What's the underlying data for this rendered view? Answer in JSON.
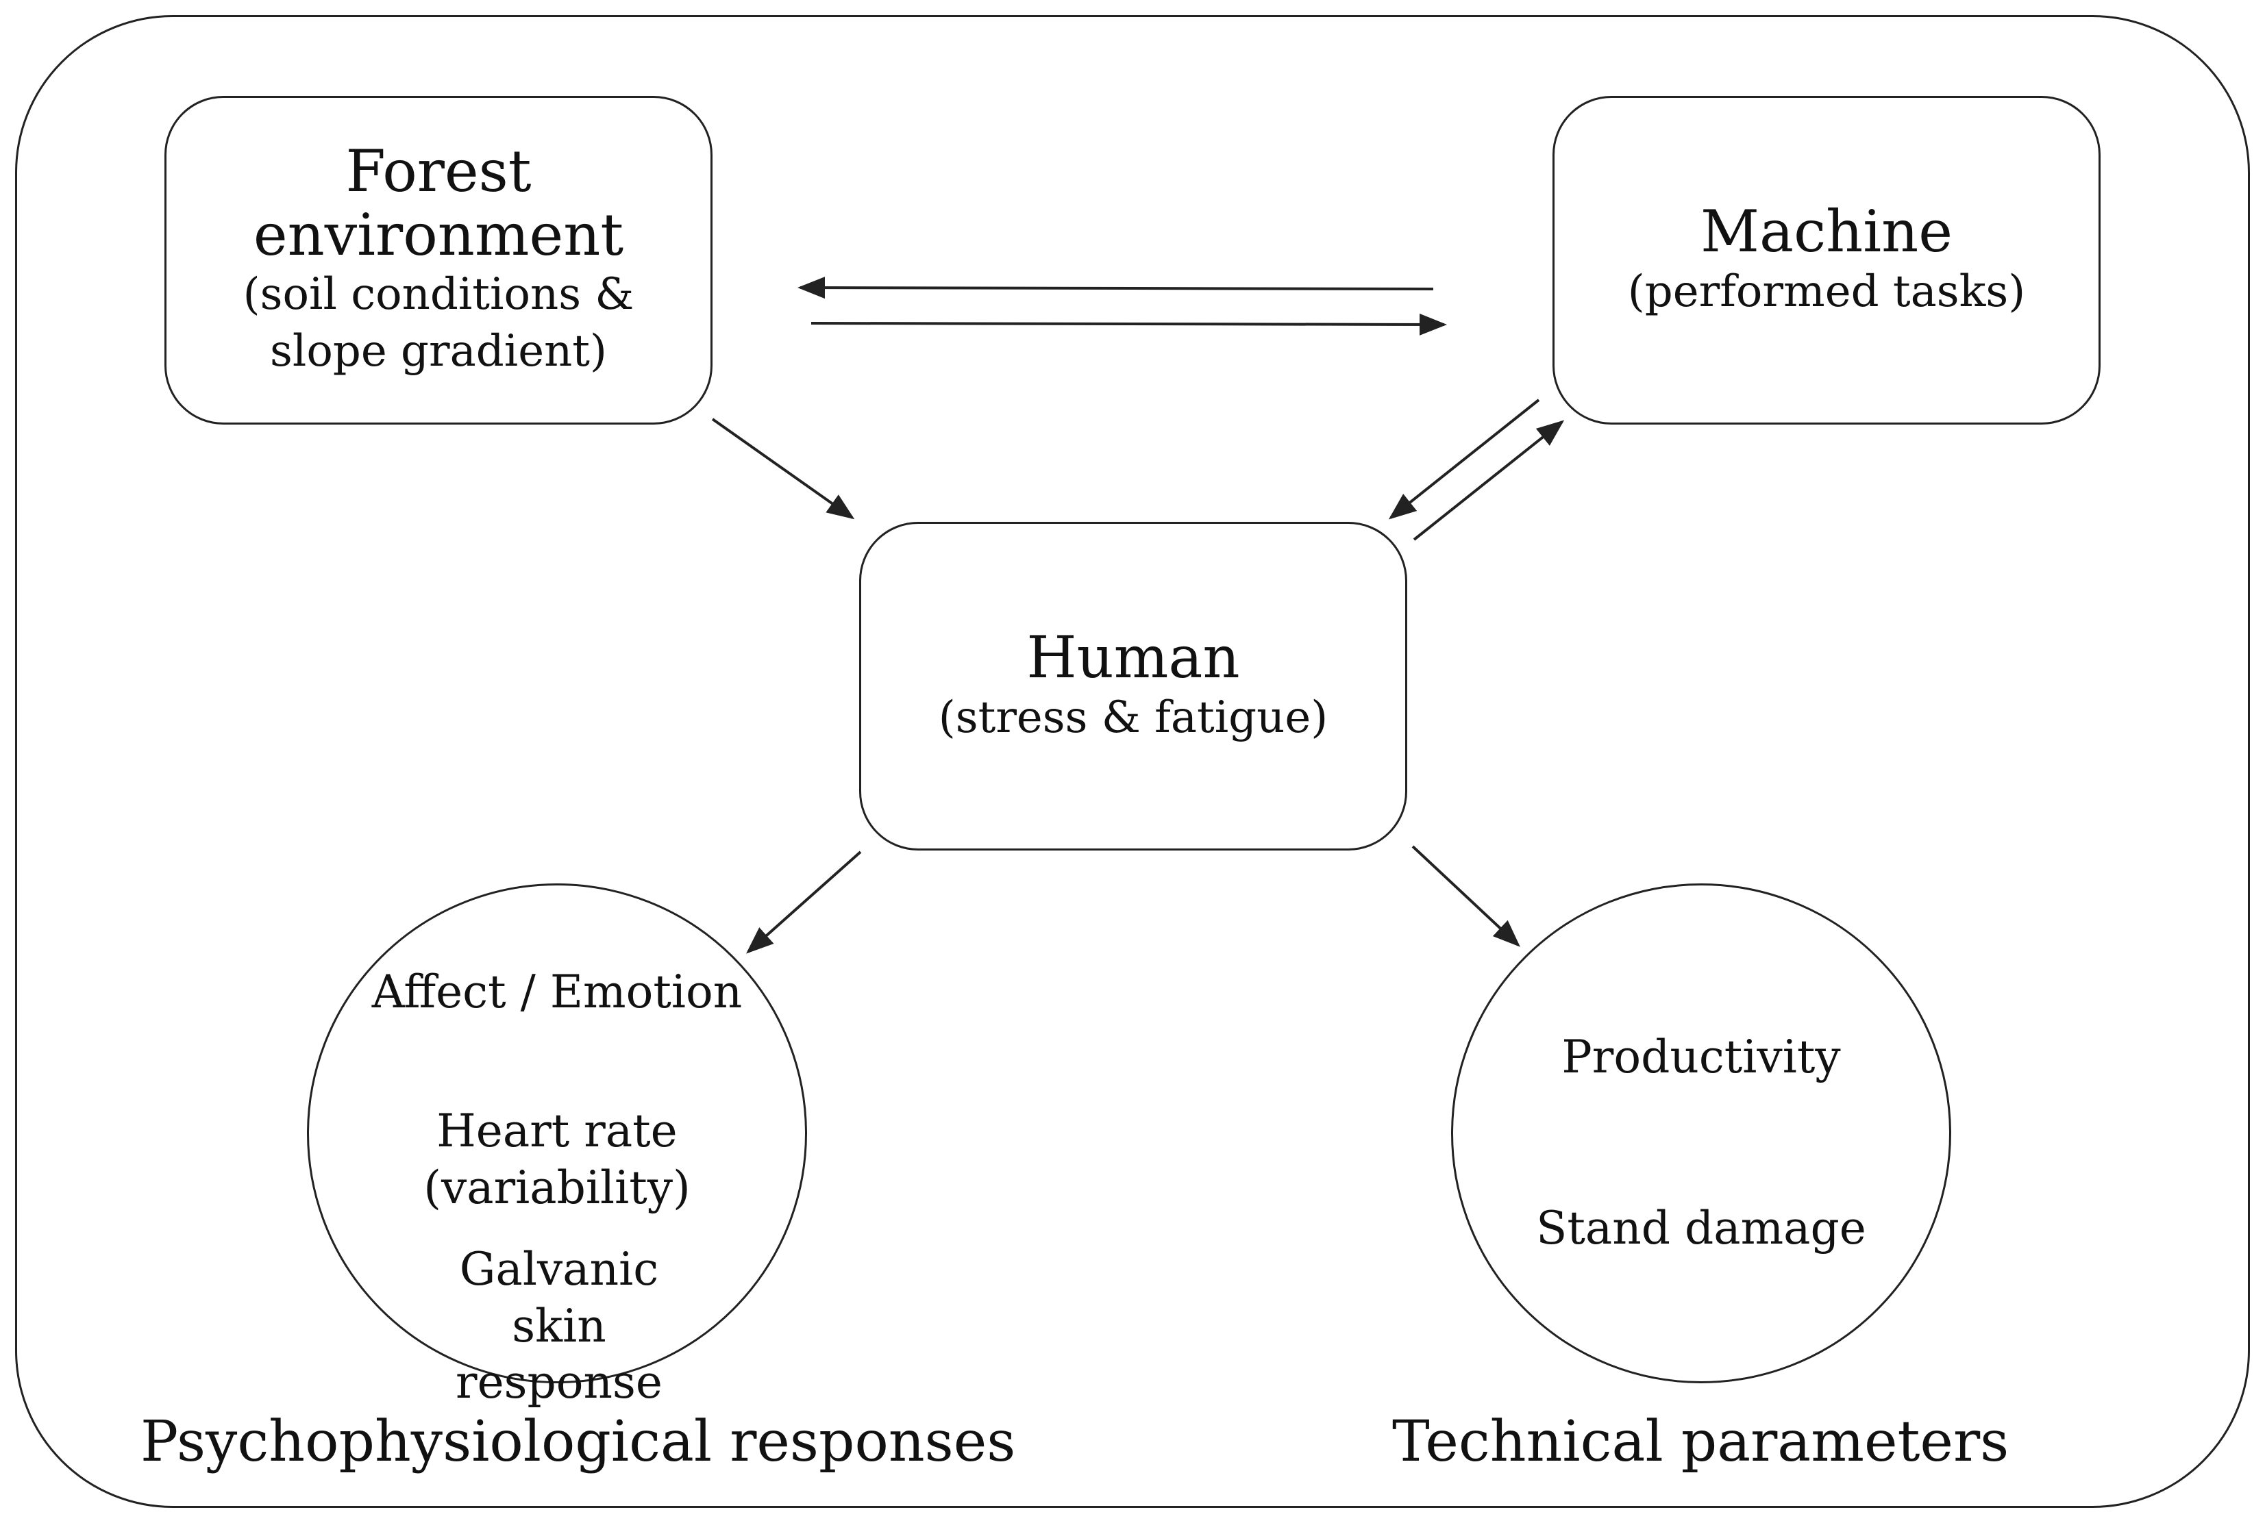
{
  "nodes": {
    "forest": {
      "title": "Forest environment",
      "subtitle": "(soil conditions & slope gradient)"
    },
    "machine": {
      "title": "Machine",
      "subtitle": "(performed tasks)"
    },
    "human": {
      "title": "Human",
      "subtitle": "(stress & fatigue)"
    },
    "psycho": {
      "items": [
        "Affect / Emotion",
        "Heart rate (variability)",
        "Galvanic skin response"
      ]
    },
    "technical": {
      "items": [
        "Productivity",
        "Stand damage"
      ]
    }
  },
  "labels": {
    "psycho": "Psychophysiological responses",
    "technical": "Technical parameters"
  },
  "edges": [
    {
      "from": "Machine",
      "to": "Forest environment"
    },
    {
      "from": "Forest environment",
      "to": "Machine"
    },
    {
      "from": "Forest environment",
      "to": "Human"
    },
    {
      "from": "Machine",
      "to": "Human"
    },
    {
      "from": "Human",
      "to": "Machine"
    },
    {
      "from": "Human",
      "to": "Psychophysiological responses"
    },
    {
      "from": "Human",
      "to": "Technical parameters"
    }
  ],
  "colors": {
    "stroke": "#222222",
    "background": "#ffffff"
  }
}
